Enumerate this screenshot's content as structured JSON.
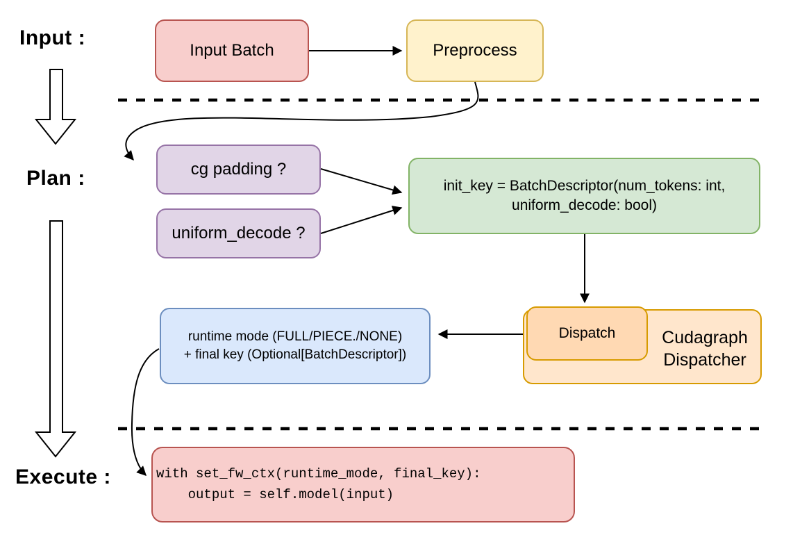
{
  "stage_labels": {
    "input": "Input :",
    "plan": "Plan :",
    "execute": "Execute :"
  },
  "nodes": {
    "input_batch": "Input Batch",
    "preprocess": "Preprocess",
    "cg_padding": "cg padding ?",
    "uniform_decode": "uniform_decode ?",
    "init_key_line1": "init_key = BatchDescriptor(num_tokens: int,",
    "init_key_line2": "uniform_decode: bool)",
    "dispatch": "Dispatch",
    "dispatcher_line1": "Cudagraph",
    "dispatcher_line2": "Dispatcher",
    "runtime_line1": "runtime mode (FULL/PIECE./NONE)",
    "runtime_line2": "+ final key (Optional[BatchDescriptor])",
    "code_line1": "with set_fw_ctx(runtime_mode, final_key):",
    "code_line2": "    output = self.model(input)"
  },
  "colors": {
    "red_fill": "#F8CECC",
    "red_stroke": "#B85450",
    "yellow_fill": "#FFF2CC",
    "yellow_stroke": "#D6B656",
    "purple_fill": "#E1D5E7",
    "purple_stroke": "#9673A6",
    "green_fill": "#D5E8D4",
    "green_stroke": "#82B366",
    "orange_fill": "#FFE6CC",
    "orange_fill_dark": "#FFD9B3",
    "orange_stroke": "#D79B00",
    "blue_fill": "#DAE8FC",
    "blue_stroke": "#6C8EBF",
    "arrow_color": "#000000"
  }
}
